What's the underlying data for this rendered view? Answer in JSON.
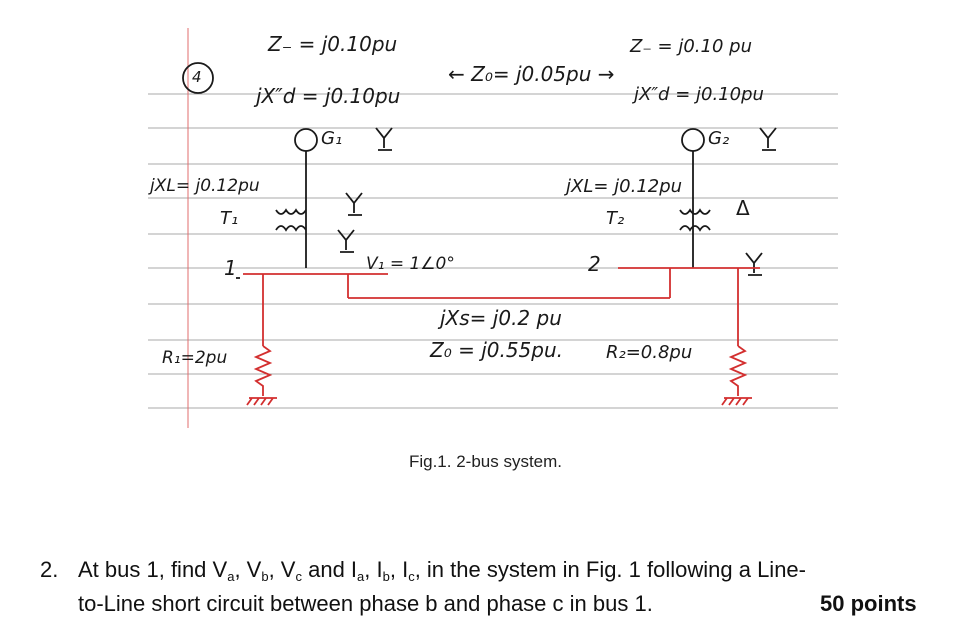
{
  "colors": {
    "ink": "#1a1a1a",
    "ruled_line": "#a8a8a8",
    "circuit_red": "#d32f2f",
    "margin_line": "#e06c6c"
  },
  "diagram": {
    "problem_number": "4",
    "g1_z_minus": "Z₋ = j0.10pu",
    "g1_xd": "jX″d = j0.10pu",
    "z0": "← Z₀= j0.05pu →",
    "g2_z_minus": "Z₋ = j0.10 pu",
    "g2_xd": "jX″d = j0.10pu",
    "g1_label": "G₁",
    "g2_label": "G₂",
    "t1_xl": "jXL= j0.12pu",
    "t1_label": "T₁",
    "t2_xl": "jXL= j0.12pu",
    "t2_label": "T₂",
    "delta_symbol": "Δ",
    "voltage": "V₁ = 1∠0°",
    "bus1_label": "1",
    "bus2_label": "2",
    "line_xs": "jXs= j0.2 pu",
    "line_z0": "Z₀ = j0.55pu.",
    "r1": "R₁=2pu",
    "r2": "R₂=0.8pu"
  },
  "caption": "Fig.1. 2-bus system.",
  "question": {
    "number": "2.",
    "text_line1_prefix": "At bus 1, find V",
    "text_line1_rest": "in the system in Fig. 1 following a Line-",
    "text_line2": "to-Line short circuit between phase b and phase c in bus 1.",
    "points": "50 points",
    "subs": {
      "a": "a",
      "b": "b",
      "c": "c"
    }
  }
}
